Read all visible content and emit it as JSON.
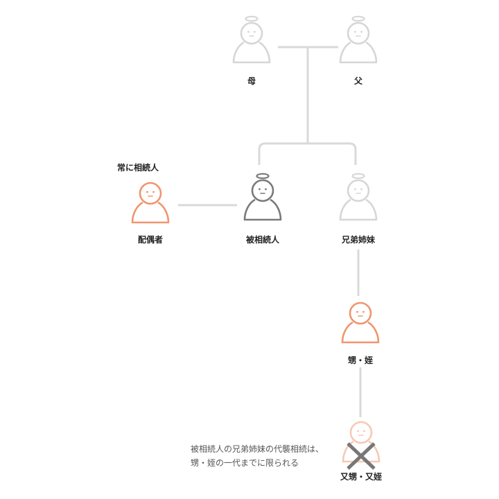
{
  "colors": {
    "deceased_light": "#d6d6d6",
    "deceased_main": "#7a7a7a",
    "heir": "#f0956e",
    "heir_faded": "#f6c9b3",
    "connector": "#d9d9d9",
    "cross": "#777777"
  },
  "people": {
    "mother": {
      "label": "母",
      "icon": "angel-figure-icon"
    },
    "father": {
      "label": "父",
      "icon": "angel-figure-icon"
    },
    "spouse": {
      "label": "配偶者",
      "icon": "person-figure-icon",
      "note": "常に相続人"
    },
    "decedent": {
      "label": "被相続人",
      "icon": "angel-figure-icon"
    },
    "sibling": {
      "label": "兄弟姉妹",
      "icon": "angel-figure-icon"
    },
    "nephew_niece": {
      "label": "甥・姪",
      "icon": "person-figure-icon"
    },
    "grand_nephew_niece": {
      "label": "又甥・又姪",
      "icon": "person-figure-icon"
    }
  },
  "notes": {
    "line1": "被相続人の兄弟姉妹の代襲相続は、",
    "line2": "甥・姪の一代までに限られる"
  }
}
